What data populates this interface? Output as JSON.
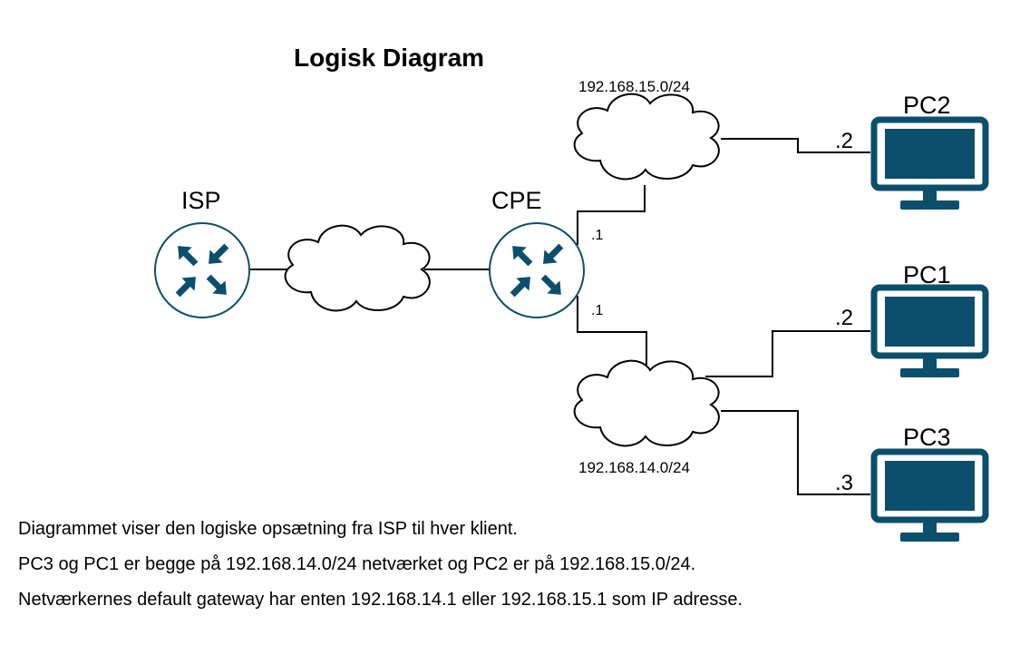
{
  "title": "Logisk Diagram",
  "nodes": {
    "isp": "ISP",
    "cpe": "CPE",
    "pc2": "PC2",
    "pc1": "PC1",
    "pc3": "PC3"
  },
  "networks": {
    "upper": "192.168.15.0/24",
    "lower": "192.168.14.0/24"
  },
  "addresses": {
    "cpe_upper": ".1",
    "cpe_lower": ".1",
    "pc2": ".2",
    "pc1": ".2",
    "pc3": ".3"
  },
  "description": [
    "Diagrammet viser den logiske opsætning fra ISP til hver klient.",
    "PC3 og PC1 er begge på 192.168.14.0/24 netværket og PC2 er på 192.168.15.0/24.",
    "Netværkernes default gateway har enten 192.168.14.1 eller 192.168.15.1 som IP adresse."
  ],
  "colors": {
    "icon": "#0b4f6c",
    "line": "#000000"
  },
  "icons": {
    "router": "router-icon",
    "pc": "monitor-icon",
    "network": "cloud-icon"
  }
}
